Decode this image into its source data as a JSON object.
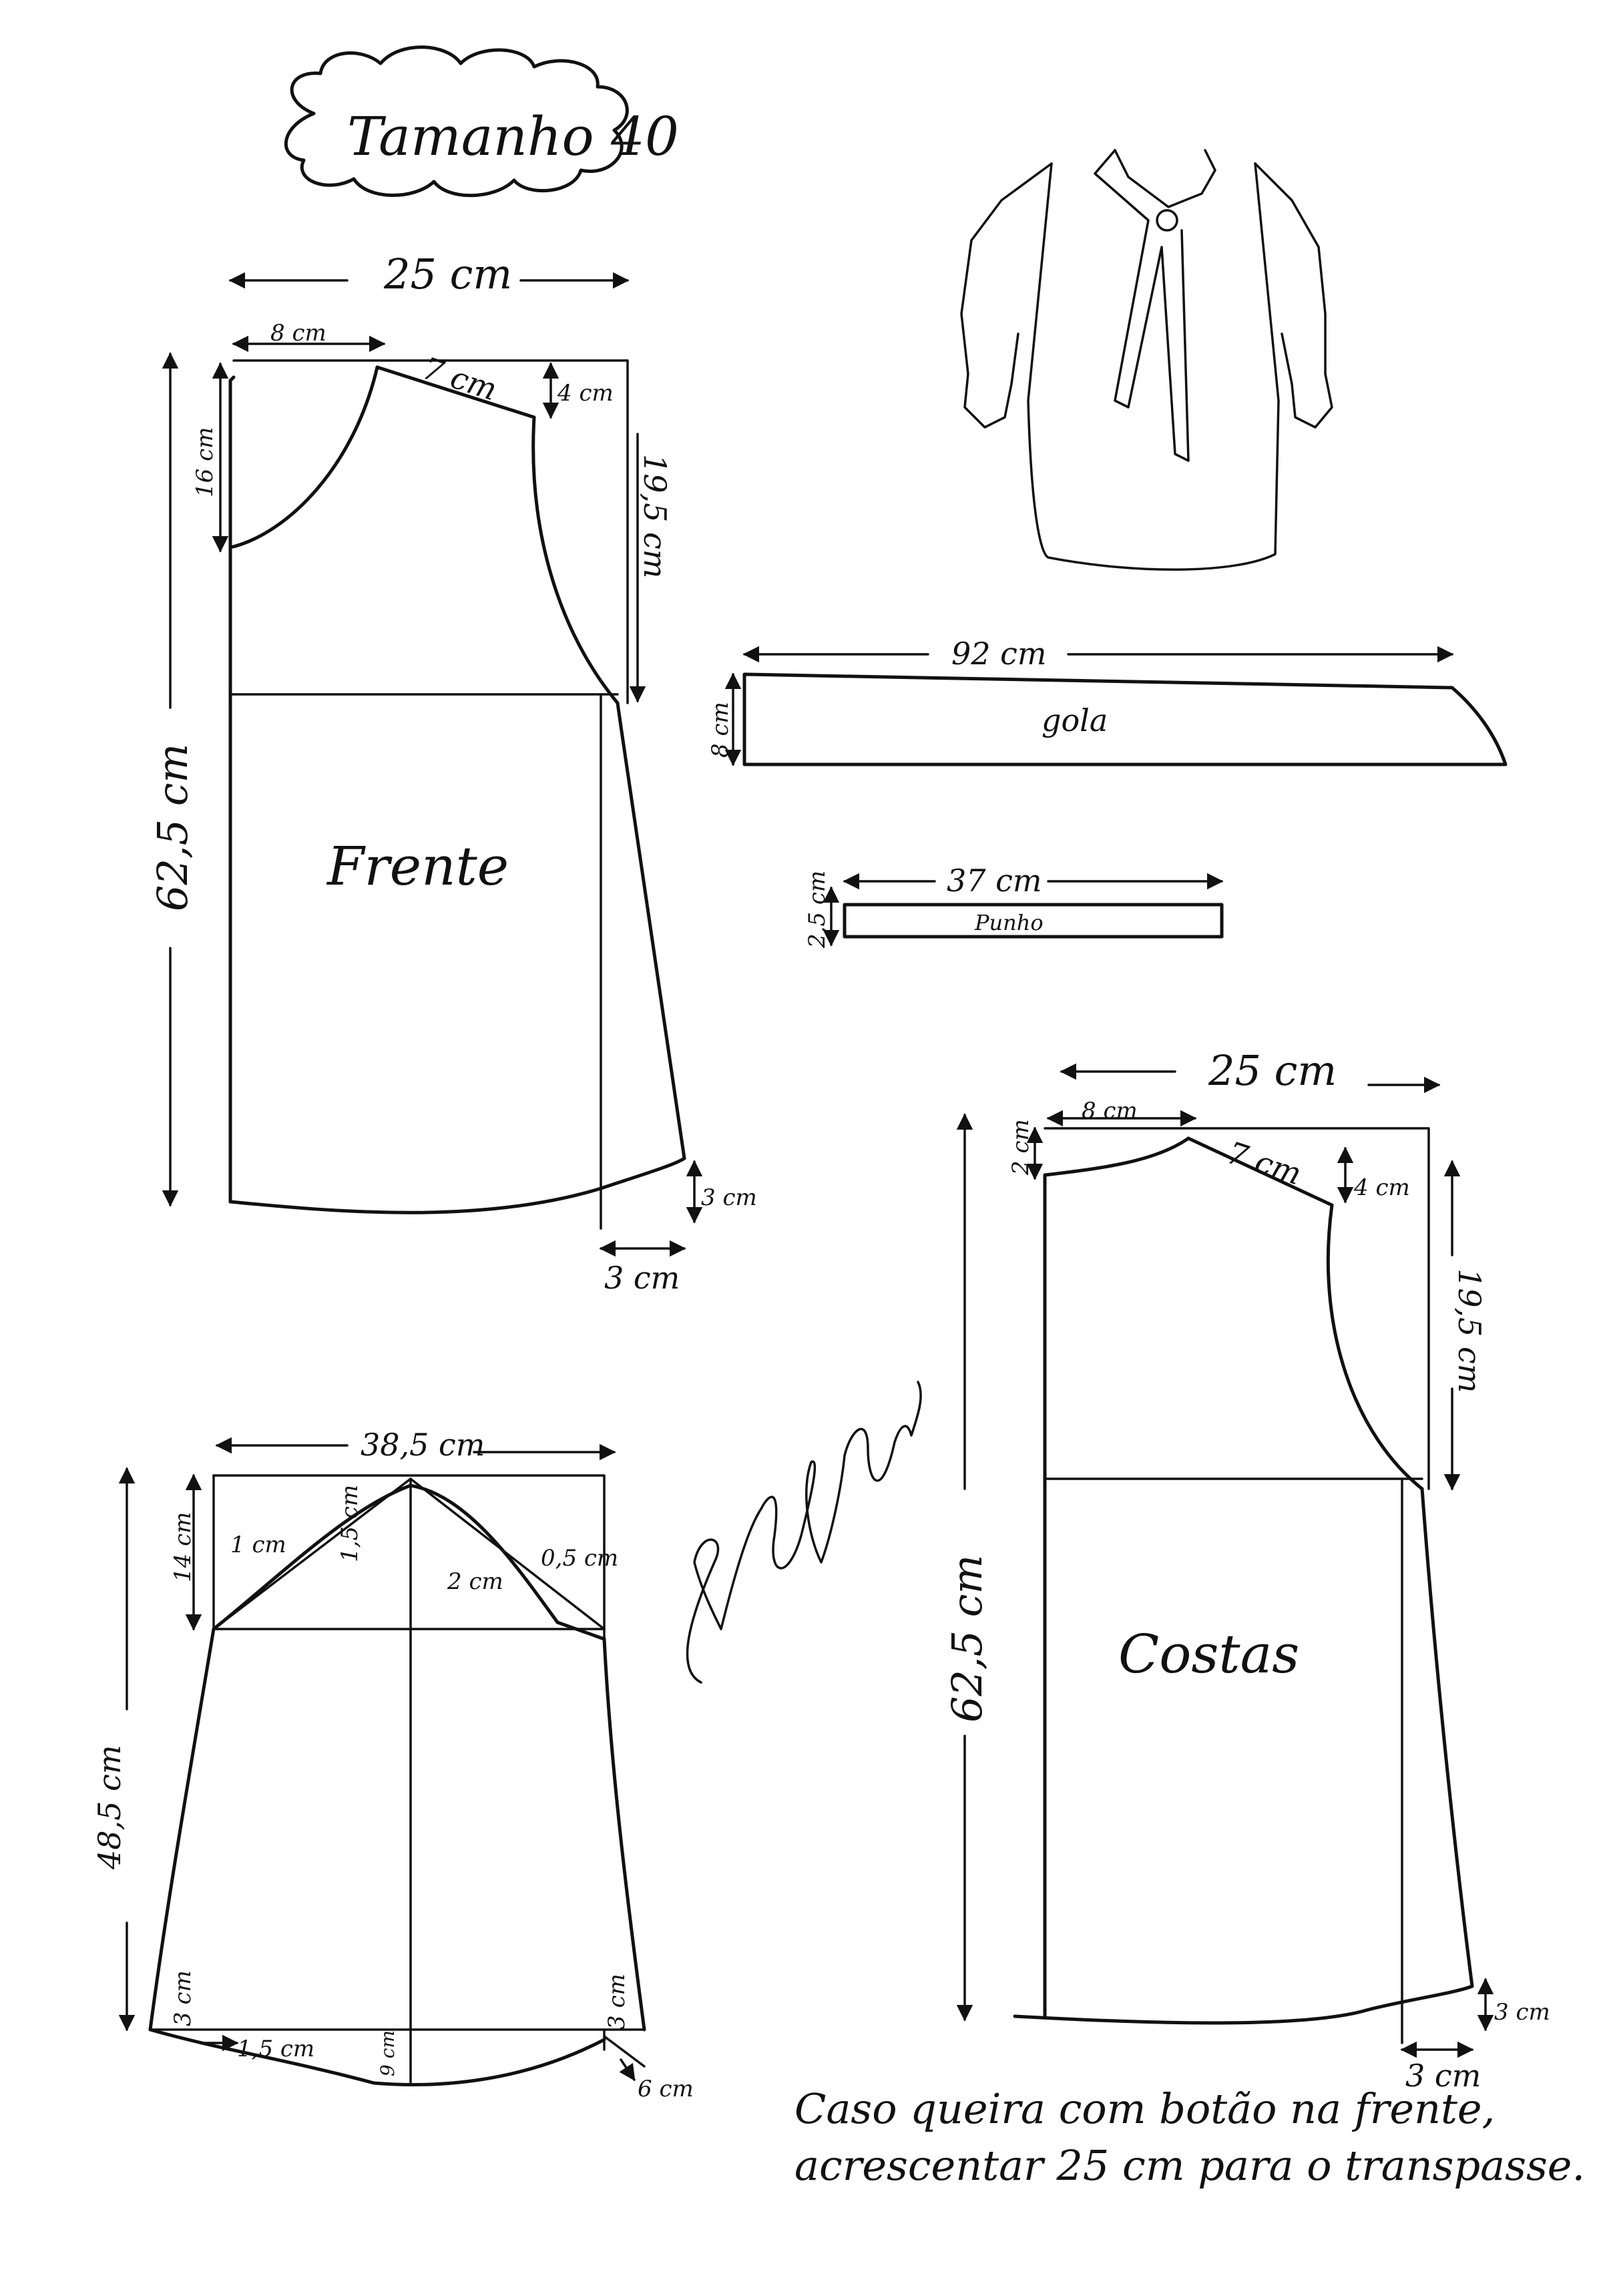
{
  "title": "Tamanho 40",
  "pieces": {
    "front": {
      "name": "Frente",
      "width": "25 cm",
      "neck_width": "8 cm",
      "shoulder": "7 cm",
      "shoulder_drop": "4 cm",
      "neck_depth": "16 cm",
      "armhole_depth": "19,5 cm",
      "length": "62,5 cm",
      "hem_rise": "3 cm",
      "side_flare": "3 cm"
    },
    "back": {
      "name": "Costas",
      "width": "25 cm",
      "neck_width": "8 cm",
      "neck_depth": "2 cm",
      "shoulder": "7 cm",
      "shoulder_drop": "4 cm",
      "armhole_depth": "19,5 cm",
      "length": "62,5 cm",
      "hem_rise": "3 cm",
      "side_flare": "3 cm"
    },
    "collar": {
      "name": "gola",
      "length": "92 cm",
      "height": "8 cm"
    },
    "cuff": {
      "name": "Punho",
      "length": "37 cm",
      "height": "2,5 cm"
    },
    "sleeve": {
      "width": "38,5 cm",
      "cap_height": "14 cm",
      "cap_offset_1": "1 cm",
      "cap_offset_2": "1,5 cm",
      "cap_offset_3": "2 cm",
      "cap_offset_4": "0,5 cm",
      "length": "48,5 cm",
      "hem_side_left": "3 cm",
      "hem_side_right": "3 cm",
      "hem_inset": "1,5 cm",
      "hem_curve": "9 cm",
      "hem_extension": "6 cm"
    }
  },
  "note": {
    "line1": "Caso queira com botão na frente,",
    "line2": "acrescentar 25 cm para o transpasse."
  }
}
